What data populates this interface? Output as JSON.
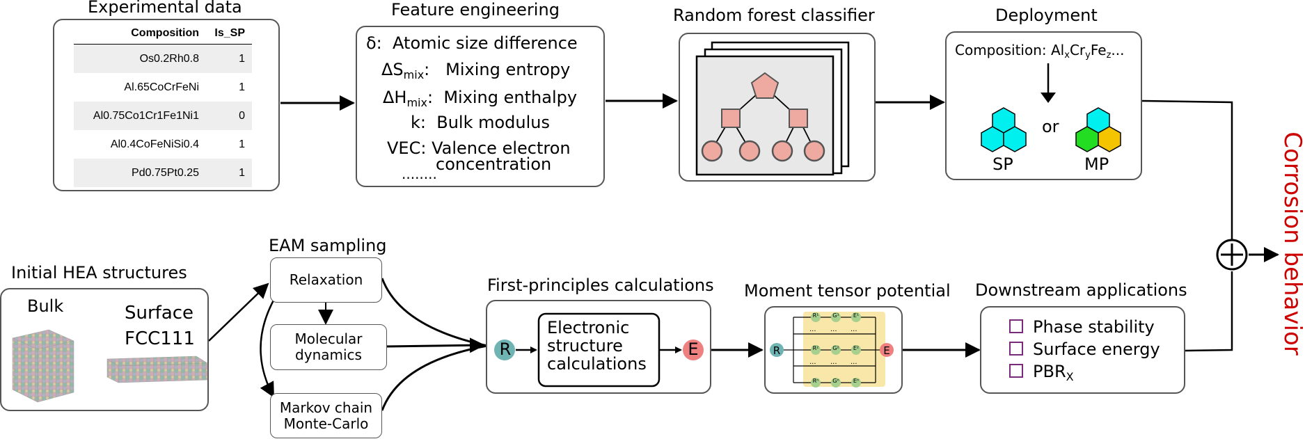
{
  "experimental": {
    "title": "Experimental data",
    "col_composition": "Composition",
    "col_is_sp": "Is_SP",
    "rows": [
      {
        "composition": "Os0.2Rh0.8",
        "is_sp": "1"
      },
      {
        "composition": "Al.65CoCrFeNi",
        "is_sp": "1"
      },
      {
        "composition": "Al0.75Co1Cr1Fe1Ni1",
        "is_sp": "0"
      },
      {
        "composition": "Al0.4CoFeNiSi0.4",
        "is_sp": "1"
      },
      {
        "composition": "Pd0.75Pt0.25",
        "is_sp": "1"
      }
    ]
  },
  "feature": {
    "title": "Feature engineering",
    "delta_sym": "δ:",
    "delta_text": "Atomic size difference",
    "smix_sym": "ΔS",
    "smix_sub": "mix",
    "smix_text": "Mixing entropy",
    "hmix_sym": "ΔH",
    "hmix_sub": "mix",
    "hmix_text": "Mixing enthalpy",
    "k_sym": "k:",
    "k_text": "Bulk modulus",
    "vec_sym": "VEC:",
    "vec_text1": "Valence electron",
    "vec_text2": "concentration",
    "dots": "........"
  },
  "rf": {
    "title": "Random forest classifier"
  },
  "deployment": {
    "title": "Deployment",
    "composition_label": "Composition: Al",
    "sub_x": "x",
    "cr": "Cr",
    "sub_y": "y",
    "fe": "Fe",
    "sub_z": "z",
    "ellipsis": "...",
    "or": "or",
    "sp": "SP",
    "mp": "MP"
  },
  "initial": {
    "title": "Initial HEA structures",
    "bulk": "Bulk",
    "surface": "Surface",
    "fcc": "FCC111"
  },
  "eam": {
    "title": "EAM sampling",
    "relaxation": "Relaxation",
    "md1": "Molecular",
    "md2": "dynamics",
    "mc1": "Markov chain",
    "mc2": "Monte-Carlo"
  },
  "fp": {
    "title": "First-principles calculations",
    "r": "R",
    "e": "E",
    "es1": "Electronic",
    "es2": "structure",
    "es3": "calculations"
  },
  "mtp": {
    "title": "Moment tensor potential",
    "r": "R",
    "e": "E",
    "rows": [
      {
        "r": "R¹",
        "g": "G¹",
        "e": "E¹"
      },
      {
        "r": "R²",
        "g": "G²",
        "e": "E²"
      },
      {
        "r": "Rⁿ",
        "g": "Gⁿ",
        "e": "Eⁿ"
      }
    ],
    "dots": "···"
  },
  "downstream": {
    "title": "Downstream applications",
    "item1": "Phase stability",
    "item2": "Surface energy",
    "item3": "PBR",
    "item3_sub": "X"
  },
  "output": {
    "label": "Corrosion behavior",
    "plus": "+"
  },
  "colors": {
    "teal": "#6fb3b3",
    "red": "#ee8080",
    "pink": "#eeaaa0",
    "cyan": "#00f0f0",
    "green": "#22dd22",
    "yellow": "#f5c400",
    "accent_red": "#cc0000",
    "purple": "#7a2a7a"
  }
}
